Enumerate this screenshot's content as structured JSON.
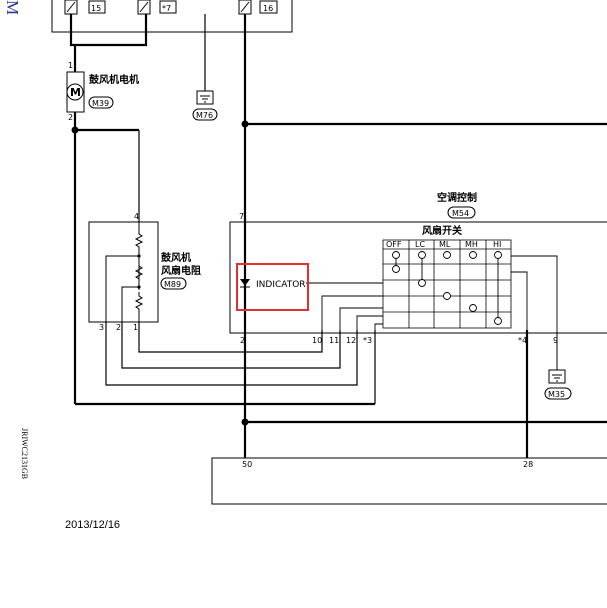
{
  "top_mark": "M",
  "labels": {
    "blower_motor": "鼓风机电机",
    "blower_motor_conn": "M39",
    "ground_top_conn": "M76",
    "resistor_line1": "鼓风机",
    "resistor_line2": "风扇电阻",
    "resistor_conn": "M89",
    "ac_control": "空调控制",
    "ac_control_conn": "M54",
    "fan_switch": "风扇开关",
    "indicator": "INDICATOR",
    "ground_right_conn": "M35"
  },
  "fan_switch_positions": [
    "OFF",
    "LC",
    "ML",
    "MH",
    "HI"
  ],
  "pins": {
    "top_left_a": "15",
    "top_left_b": "*7",
    "top_right": "16",
    "motor_top": "1",
    "motor_bottom": "2",
    "res_top": "4",
    "res_b3": "3",
    "res_b2": "2",
    "res_b1": "1",
    "ac_top": "7",
    "ac_b2": "2",
    "ac_b10": "10",
    "ac_b11": "11",
    "ac_b12": "12",
    "ac_b13": "*3",
    "ac_b14": "*4",
    "ac_b9": "9",
    "bottom_50": "50",
    "bottom_28": "28"
  },
  "date": "2013/12/16",
  "side_code": "JRIWC2131GB",
  "colors": {
    "highlight": "#e03030",
    "line": "#000000"
  }
}
